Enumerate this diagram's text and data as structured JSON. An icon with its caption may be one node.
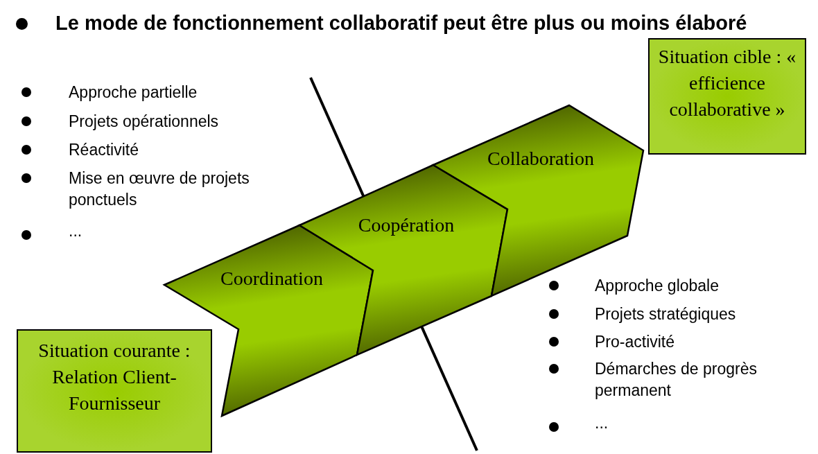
{
  "diagram": {
    "title": "Le mode de fonctionnement collaboratif peut être plus ou moins élaboré",
    "nodes": [
      {
        "text": [
          "Coordination"
        ]
      },
      {
        "text": [
          "Coopération"
        ]
      },
      {
        "text": [
          "Collaboration"
        ]
      },
      {
        "text": [
          "Situation courante : Relation Client-Fournisseur"
        ]
      },
      {
        "text": [
          "Situation cible : « efficience collaborative »"
        ]
      }
    ],
    "labels": [
      "Approche partielle",
      "Projets opérationnels",
      "Réactivité",
      "Mise en œuvre de projets ponctuels",
      "...",
      "Approche globale",
      "Projets stratégiques",
      "Pro-activité",
      "Démarches de progrès permanent",
      "..."
    ]
  }
}
